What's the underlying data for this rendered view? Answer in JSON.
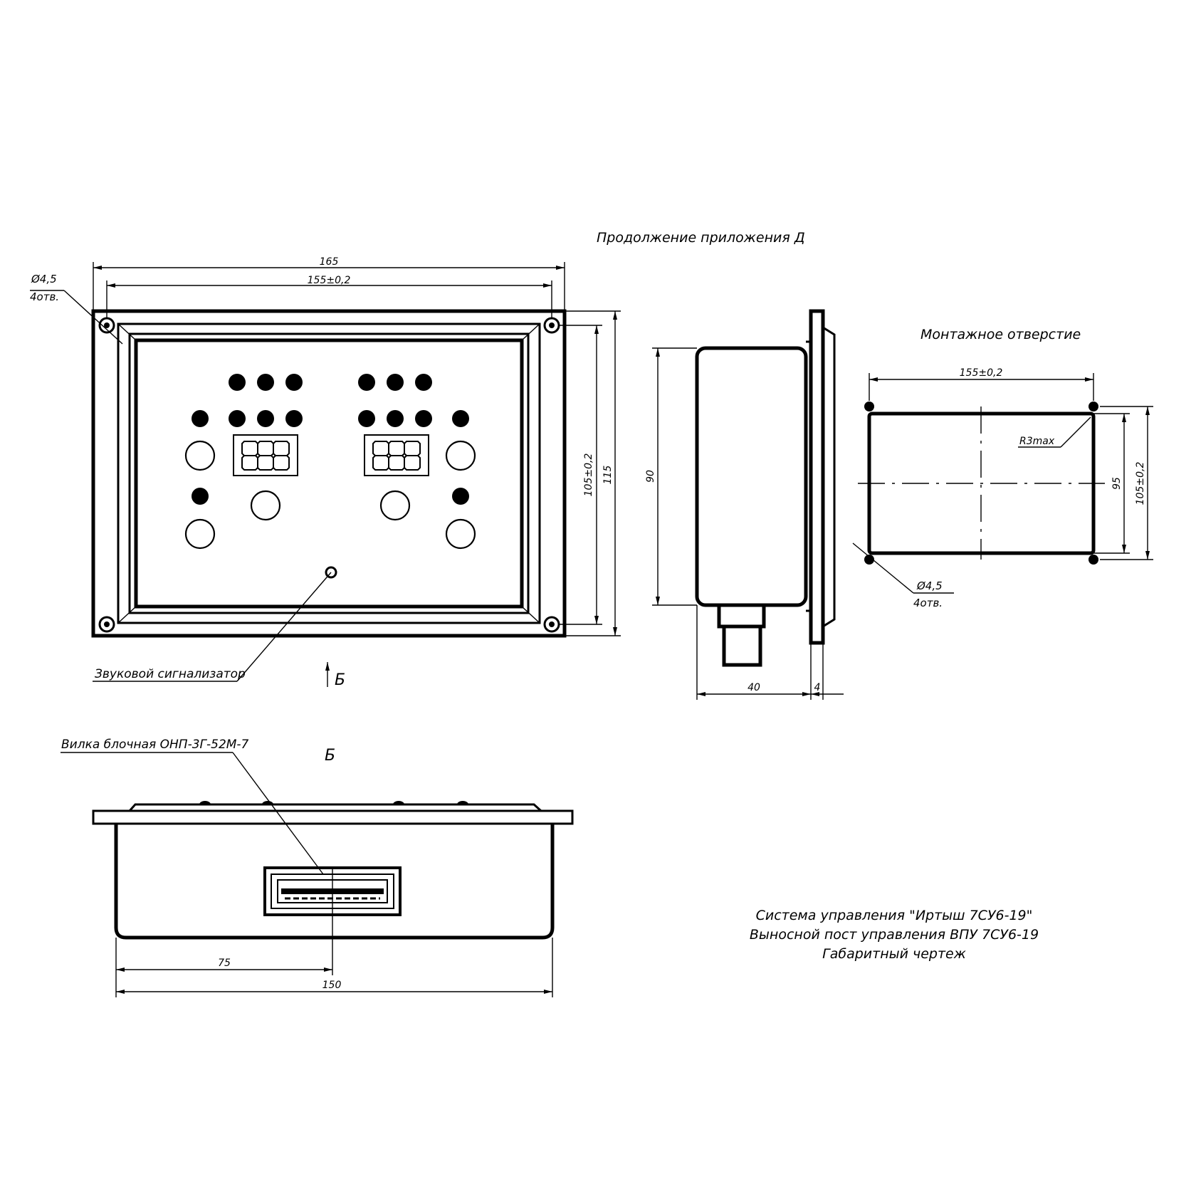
{
  "header": {
    "appendix": "Продолжение приложения Д"
  },
  "front_view": {
    "dim_overall_width": "165",
    "dim_hole_spacing_x": "155±0,2",
    "dim_hole_spacing_y": "105±0,2",
    "dim_overall_height": "115",
    "hole_diameter": "Ø4,5",
    "hole_count": "4отв.",
    "buzzer_label": "Звуковой сигнализатор",
    "view_arrow_label": "Б",
    "display_digits": "888"
  },
  "side_view": {
    "dim_body_height": "90",
    "dim_depth": "40",
    "dim_flange": "4"
  },
  "cutout": {
    "title": "Монтажное отверстие",
    "dim_hole_spacing_x": "155±0,2",
    "corner_radius": "R3max",
    "dim_cutout_height": "95",
    "dim_hole_spacing_y": "105±0,2",
    "hole_diameter": "Ø4,5",
    "hole_count": "4отв."
  },
  "bottom_view": {
    "title": "Б",
    "connector_label": "Вилка блочная ОНП-3Г-52М-7",
    "dim_connector_offset": "75",
    "dim_body_width": "150"
  },
  "title_block": {
    "line1": "Система управления \"Иртыш 7СУ6-19\"",
    "line2": "Выносной пост управления ВПУ 7СУ6-19",
    "line3": "Габаритный чертеж"
  }
}
